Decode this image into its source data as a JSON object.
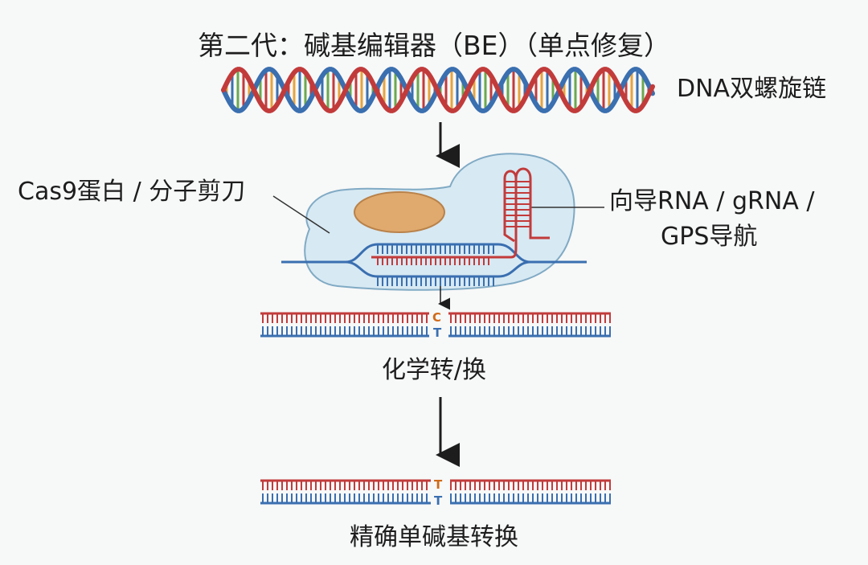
{
  "title": "第二代：碱基编辑器（BE）（单点修复）",
  "labels": {
    "dna": "DNA双螺旋链",
    "cas9": "Cas9蛋白 / 分子剪刀",
    "grna_line1": "向导RNA / gRNA /",
    "grna_line2": "GPS导航",
    "step1": "化学转/换",
    "step2": "精确单碱基转换"
  },
  "bases": {
    "before_top": "C",
    "before_bottom": "T",
    "after_top": "T",
    "after_bottom": "T"
  },
  "colors": {
    "strand_red": "#c23b3b",
    "strand_blue": "#3a6fb0",
    "rung_orange": "#e8a33c",
    "rung_green": "#6aa84f",
    "protein_fill": "#d6e9f3",
    "protein_stroke": "#7aa6c2",
    "domain_fill": "#e0a96d",
    "arrow": "#1d1d1d"
  }
}
